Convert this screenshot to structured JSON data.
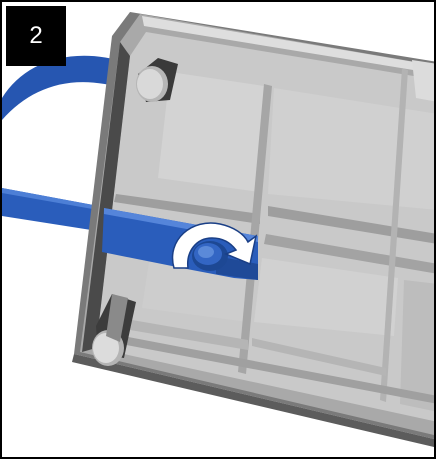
{
  "step": {
    "number": "2"
  },
  "illustration": {
    "subject": "device-back-housing",
    "parts": [
      "blue-strap",
      "rotation-arrow-icon",
      "screw",
      "mounting-post"
    ],
    "colors": {
      "housing": "#c9c9c9",
      "housing_dark": "#8e8e8e",
      "strap": "#2a5dbb",
      "arrow": "#ffffff",
      "outline": "#000000"
    }
  }
}
